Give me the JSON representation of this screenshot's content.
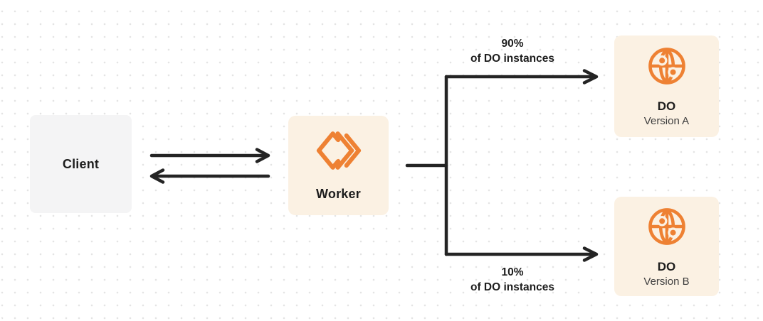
{
  "diagram": {
    "nodes": {
      "client": {
        "label": "Client"
      },
      "worker": {
        "label": "Worker",
        "icon": "workers-icon"
      },
      "do_version_a": {
        "title": "DO",
        "subtitle": "Version A",
        "icon": "durable-object-globe-icon"
      },
      "do_version_b": {
        "title": "DO",
        "subtitle": "Version B",
        "icon": "durable-object-globe-icon"
      }
    },
    "edges": {
      "client_worker": {
        "type": "bidirectional-arrows"
      },
      "worker_to_version_a": {
        "percent": "90%",
        "caption": "of DO instances"
      },
      "worker_to_version_b": {
        "percent": "10%",
        "caption": "of DO instances"
      }
    },
    "colors": {
      "accent": "#ee8133",
      "node_cream_bg": "#fbf1e3",
      "node_gray_bg": "#f4f4f5",
      "line": "#242424",
      "text": "#1d1d1d",
      "subtitle_text": "#3f3f3f",
      "dot_grid": "#e4e4e4",
      "canvas_bg": "#ffffff"
    }
  }
}
